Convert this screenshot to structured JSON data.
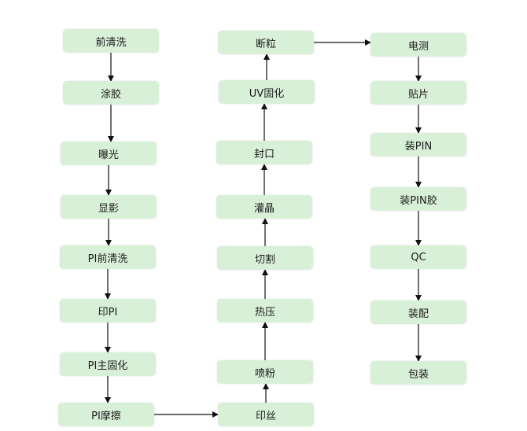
{
  "diagram": {
    "nodes": [
      {
        "id": "n1",
        "label": "前清洗"
      },
      {
        "id": "n2",
        "label": "涂胶"
      },
      {
        "id": "n3",
        "label": "曝光"
      },
      {
        "id": "n4",
        "label": "显影"
      },
      {
        "id": "n5",
        "label": "PI前清洗"
      },
      {
        "id": "n6",
        "label": "印PI"
      },
      {
        "id": "n7",
        "label": "PI主固化"
      },
      {
        "id": "n8",
        "label": "PI摩擦"
      },
      {
        "id": "n9",
        "label": "印丝"
      },
      {
        "id": "n10",
        "label": "喷粉"
      },
      {
        "id": "n11",
        "label": "热压"
      },
      {
        "id": "n12",
        "label": "切割"
      },
      {
        "id": "n13",
        "label": "灌晶"
      },
      {
        "id": "n14",
        "label": "封口"
      },
      {
        "id": "n15",
        "label": "UV固化"
      },
      {
        "id": "n16",
        "label": "断粒"
      },
      {
        "id": "n17",
        "label": "电测"
      },
      {
        "id": "n18",
        "label": "贴片"
      },
      {
        "id": "n19",
        "label": "装PIN"
      },
      {
        "id": "n20",
        "label": "装PIN胶"
      },
      {
        "id": "n21",
        "label": "QC"
      },
      {
        "id": "n22",
        "label": "装配"
      },
      {
        "id": "n23",
        "label": "包装"
      }
    ],
    "edges": [
      [
        "n1",
        "n2"
      ],
      [
        "n2",
        "n3"
      ],
      [
        "n3",
        "n4"
      ],
      [
        "n4",
        "n5"
      ],
      [
        "n5",
        "n6"
      ],
      [
        "n6",
        "n7"
      ],
      [
        "n7",
        "n8"
      ],
      [
        "n8",
        "n9"
      ],
      [
        "n9",
        "n10"
      ],
      [
        "n10",
        "n11"
      ],
      [
        "n11",
        "n12"
      ],
      [
        "n12",
        "n13"
      ],
      [
        "n13",
        "n14"
      ],
      [
        "n14",
        "n15"
      ],
      [
        "n15",
        "n16"
      ],
      [
        "n16",
        "n17"
      ],
      [
        "n17",
        "n18"
      ],
      [
        "n18",
        "n19"
      ],
      [
        "n19",
        "n20"
      ],
      [
        "n20",
        "n21"
      ],
      [
        "n21",
        "n22"
      ],
      [
        "n22",
        "n23"
      ]
    ],
    "colors": {
      "node_fill": "#d9f0d8",
      "edge": "#111111"
    }
  }
}
